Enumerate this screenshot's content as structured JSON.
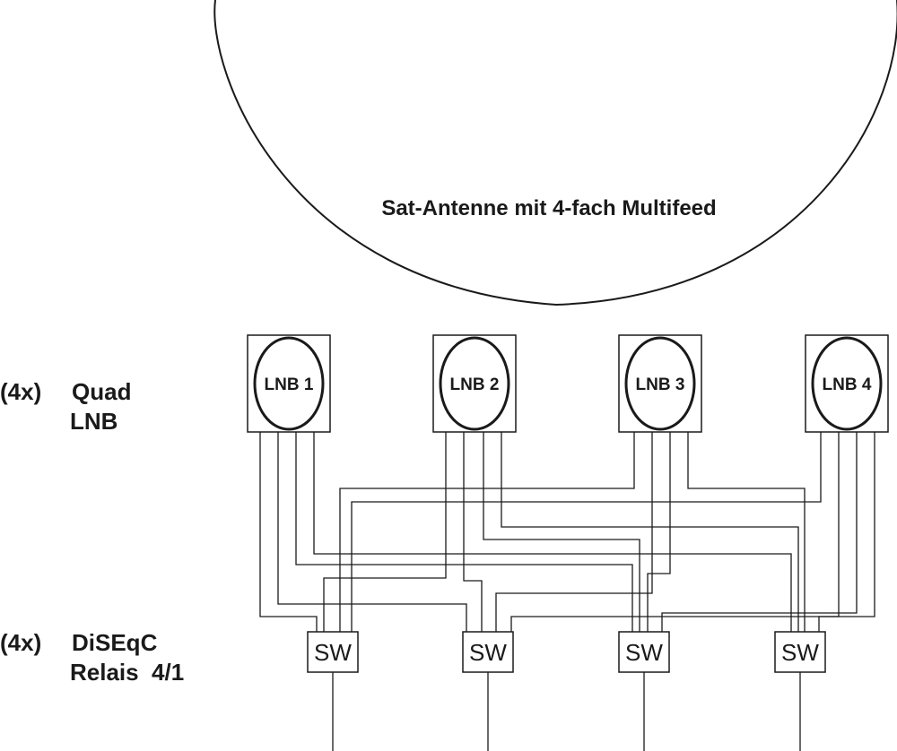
{
  "dish": {
    "label": "Sat-Antenne mit 4-fach Multifeed"
  },
  "lnb_group": {
    "count": "(4x)",
    "name_line1": "Quad",
    "name_line2": "LNB"
  },
  "switch_group": {
    "count": "(4x)",
    "name_line1": "DiSEqC",
    "name_line2": "Relais  4/1"
  },
  "lnbs": [
    {
      "label": "LNB 1"
    },
    {
      "label": "LNB 2"
    },
    {
      "label": "LNB 3"
    },
    {
      "label": "LNB 4"
    }
  ],
  "switches": [
    {
      "label": "SW"
    },
    {
      "label": "SW"
    },
    {
      "label": "SW"
    },
    {
      "label": "SW"
    }
  ],
  "colors": {
    "line": "#1a1a1a",
    "background": "#ffffff"
  }
}
